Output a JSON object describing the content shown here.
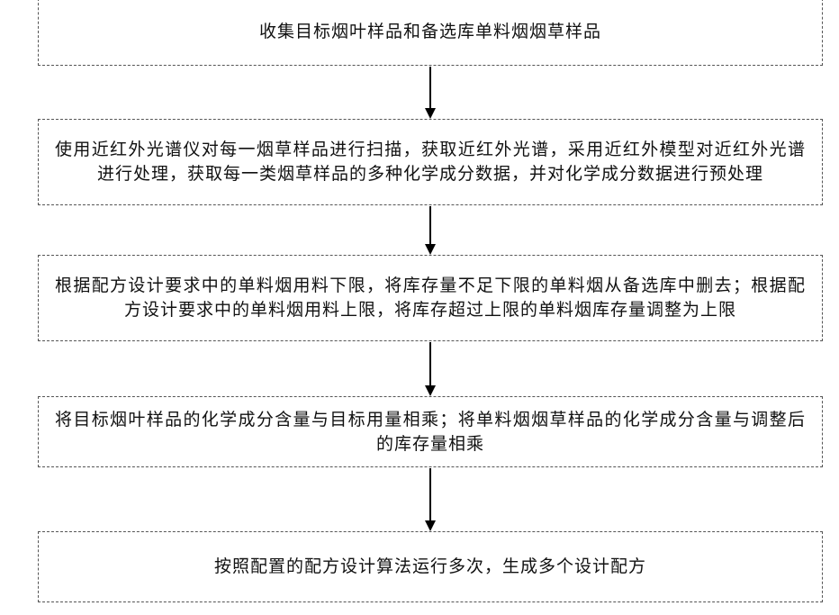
{
  "flowchart": {
    "steps": [
      {
        "text": "收集目标烟叶样品和备选库单料烟烟草样品"
      },
      {
        "text": "使用近红外光谱仪对每一烟草样品进行扫描，获取近红外光谱，采用近红外模型对近红外光谱进行处理，获取每一类烟草样品的多种化学成分数据，并对化学成分数据进行预处理"
      },
      {
        "text": "根据配方设计要求中的单料烟用料下限，将库存量不足下限的单料烟从备选库中删去；根据配方设计要求中的单料烟用料上限，将库存超过上限的单料烟库存量调整为上限"
      },
      {
        "text": "将目标烟叶样品的化学成分含量与目标用量相乘；将单料烟烟草样品的化学成分含量与调整后的库存量相乘"
      },
      {
        "text": "按照配置的配方设计算法运行多次，生成多个设计配方"
      }
    ],
    "colors": {
      "box_border": "#555555",
      "arrow": "#000000",
      "text": "#111111"
    }
  }
}
